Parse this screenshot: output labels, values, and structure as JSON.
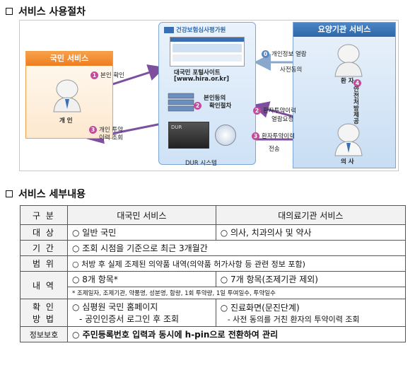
{
  "section1": {
    "title": "서비스 사용절차"
  },
  "diagram": {
    "left_panel": {
      "header": "국민 서비스",
      "person_label": "개 인"
    },
    "mid_panel": {
      "logo_text": "건강보험심사평가원",
      "portal_line1": "대국민 포털사이트",
      "portal_line2": "[www.hira.or.kr]",
      "verify_line1": "본인등의",
      "verify_line2": "확인절차",
      "dur_label": "DUR 시스템"
    },
    "right_panel": {
      "header": "요양기관 서비스",
      "patient_label": "환 자",
      "doctor_label": "의 사"
    },
    "steps": {
      "s1": {
        "num": "1",
        "label": "본인 확인"
      },
      "s3": {
        "num": "3",
        "label_line1": "개인 투약",
        "label_line2": "이력 조회"
      },
      "s0": {
        "num": "0",
        "label_line1": "개인정보 열람",
        "label_line2": "사전동의"
      },
      "s2": {
        "num": "2",
        "label_line1": "환자투약이력",
        "label_line2": "열람요청"
      },
      "s3b": {
        "num": "3",
        "label_line1": "환자투약이력",
        "label_line2": "전송"
      },
      "s4": {
        "num": "4",
        "label": "안전처방제공"
      }
    }
  },
  "section2": {
    "title": "서비스 세부내용"
  },
  "table": {
    "headers": [
      "구 분",
      "대국민 서비스",
      "대의료기관 서비스"
    ],
    "rows": {
      "target": {
        "head": "대 상",
        "c1": "○ 일반 국민",
        "c2": "○ 의사, 치과의사 및 약사"
      },
      "period": {
        "head": "기 간",
        "text": "○ 조회 시점을 기준으로 최근 3개월간"
      },
      "scope": {
        "head": "범 위",
        "text": "○ 처방 후 실제 조제된 의약품 내역(의약품 허가사항 등 관련 정보 포함)"
      },
      "items": {
        "head": "내 역",
        "c1": "○ 8개 항목*",
        "c2": "○ 7개 항목(조제기관 제외)",
        "note": "* 조제일자, 조제기관, 약품명, 성분명, 함량, 1회 투약량, 1일 투여일수, 투약일수"
      },
      "verify": {
        "head_line1": "확 인",
        "head_line2": "방 법",
        "c1_line1": "○ 심평원 국민 홈페이지",
        "c1_line2": "- 공인인증서 로그인 후 조회",
        "c2_line1": "○ 진료화면(문진단계)",
        "c2_line2": "- 사전 동의를 거친 환자의 투약이력 조회"
      },
      "privacy": {
        "head": "정보보호",
        "text": "○ 주민등록번호 입력과 동시에 h-pin으로 전환하여 관리"
      }
    }
  },
  "colors": {
    "accent_orange": "#ee7d1f",
    "accent_blue": "#2f67a9",
    "arrow_purple": "#7d4f9e",
    "step_circle": "#c34a9d"
  }
}
